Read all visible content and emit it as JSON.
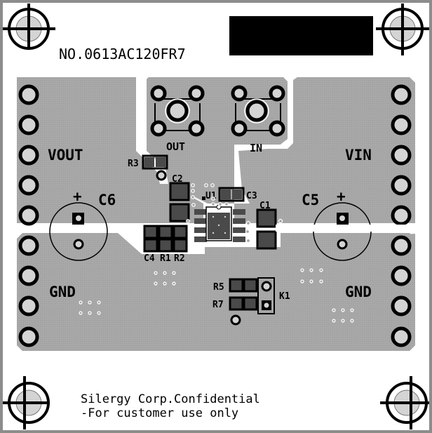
{
  "board": {
    "part_number": "NO.0613AC120FR7",
    "confidential_line1": "Silergy Corp.Confidential",
    "confidential_line2": "-For customer use only",
    "colors": {
      "background": "#ffffff",
      "frame": "#8c8c8c",
      "copper": "#a6a6a6",
      "pad": "#4a4a4a",
      "drill": "#d4d4d4",
      "silkscreen": "#000000"
    }
  },
  "connectors": {
    "out_label": "OUT",
    "in_label": "IN"
  },
  "terminals": {
    "vout_label": "VOUT",
    "vin_label": "VIN",
    "gnd_left_label": "GND",
    "gnd_right_label": "GND"
  },
  "components": {
    "u1": "U1",
    "c1": "C1",
    "c2": "C2",
    "c3": "C3",
    "c4": "C4",
    "c5": "C5",
    "c6": "C6",
    "r1": "R1",
    "r2": "R2",
    "r3": "R3",
    "r5": "R5",
    "r7": "R7",
    "k1": "K1",
    "plus": "+"
  }
}
